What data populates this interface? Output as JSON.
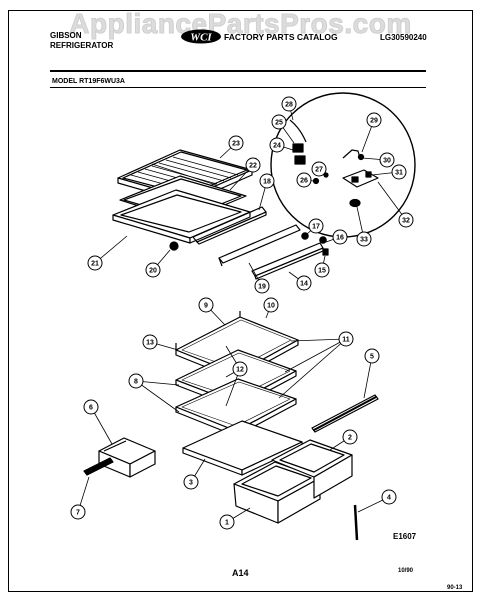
{
  "header": {
    "brand_line1": "GIBSON",
    "brand_line2": "REFRIGERATOR",
    "catalog_title": "FACTORY PARTS CATALOG",
    "catalog_code": "LG30590240",
    "logo_text": "WCI",
    "model_label": "MODEL RT19F6WU3A"
  },
  "watermark": "AppliancePartsPros.com",
  "footer": {
    "diagram_code": "E1607",
    "page": "A14",
    "date": "10/90",
    "corner": "90-13"
  },
  "callouts": [
    "1",
    "2",
    "3",
    "4",
    "5",
    "6",
    "7",
    "8",
    "9",
    "10",
    "11",
    "12",
    "13",
    "14",
    "15",
    "16",
    "17",
    "18",
    "19",
    "20",
    "21",
    "22",
    "23",
    "24",
    "25",
    "26",
    "27",
    "28",
    "29",
    "30",
    "31",
    "32",
    "33"
  ]
}
